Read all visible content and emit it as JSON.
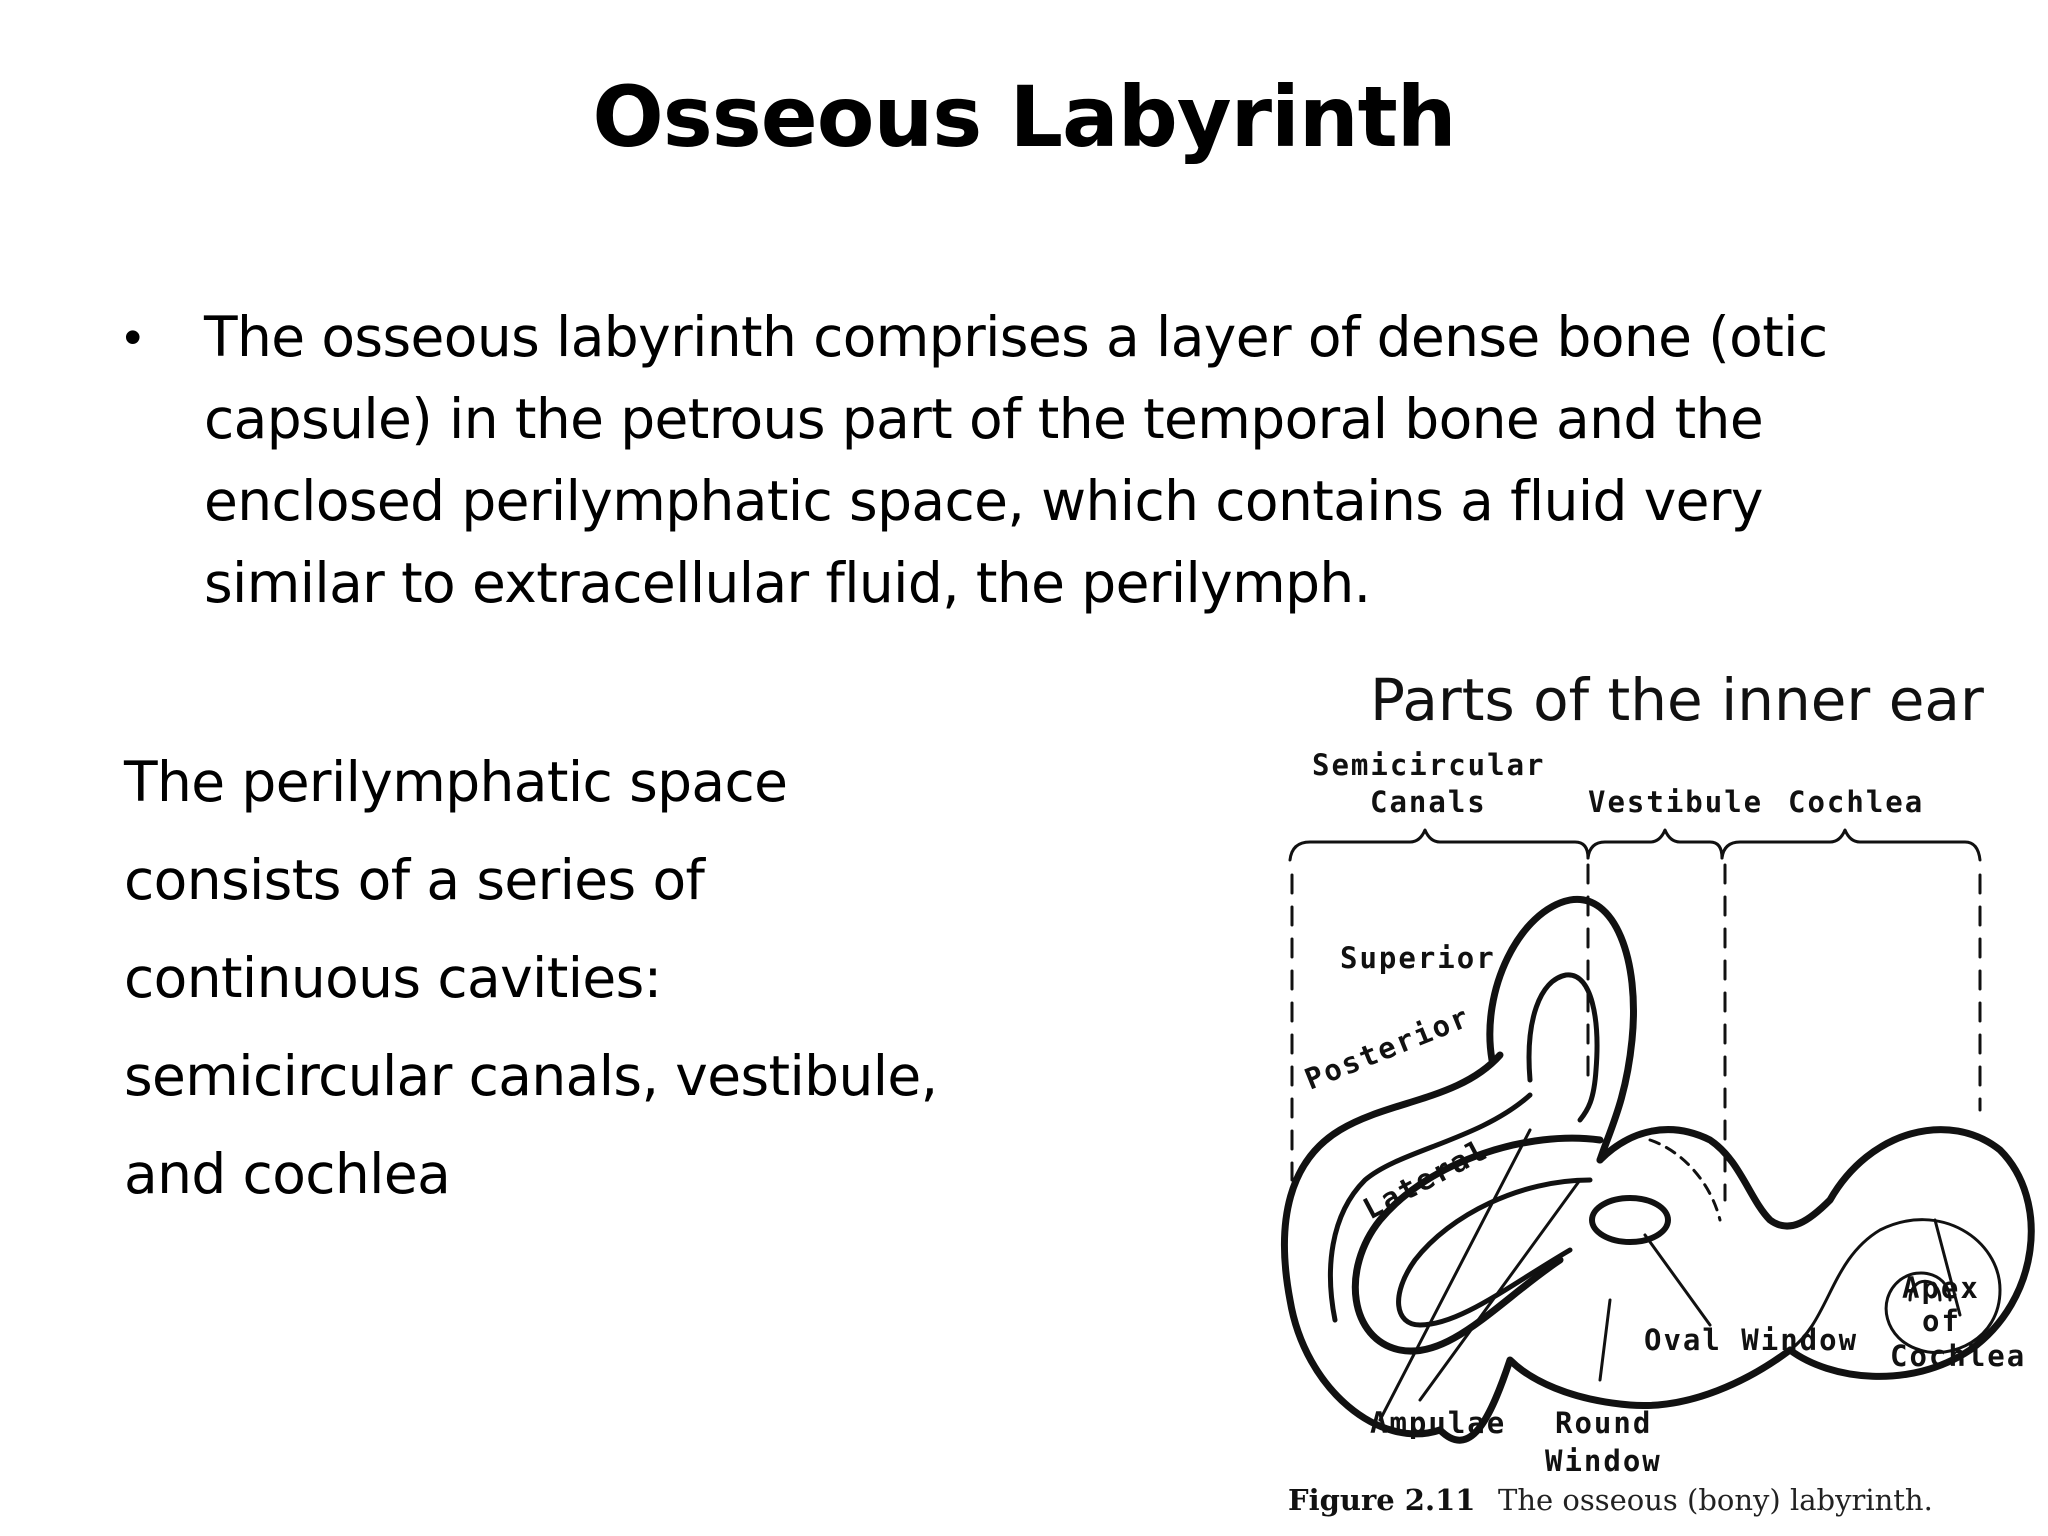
{
  "slide": {
    "title": "Osseous Labyrinth",
    "bullet_marker": "•",
    "bullet_text": "The osseous labyrinth comprises a layer of dense bone (otic capsule) in the petrous part of the temporal bone and the enclosed perilymphatic space, which contains a fluid very similar to extracellular fluid, the perilymph.",
    "paragraph_lines": [
      "The perilymphatic space",
      "consists of a series of",
      "continuous cavities:",
      "semicircular canals, vestibule,",
      "and cochlea"
    ]
  },
  "figure": {
    "heading": "Parts of the inner ear",
    "labels": {
      "semicircular_line1": "Semicircular",
      "semicircular_line2": "Canals",
      "vestibule": "Vestibule",
      "cochlea": "Cochlea",
      "superior": "Superior",
      "posterior": "Posterior",
      "lateral": "Lateral",
      "ampulae": "Ampulae",
      "round_window_line1": "Round",
      "round_window_line2": "Window",
      "oval_window": "Oval Window",
      "apex_line1": "Apex",
      "apex_line2": "of",
      "apex_line3": "Cochlea"
    },
    "caption_number": "Figure 2.11",
    "caption_text": "The osseous (bony) labyrinth."
  }
}
